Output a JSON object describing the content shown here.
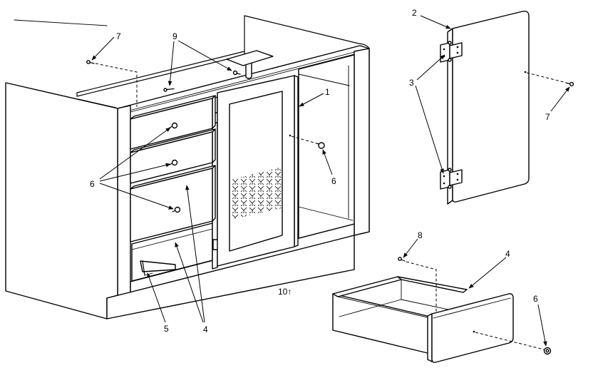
{
  "callouts": [
    "7",
    "9",
    "1",
    "2",
    "3",
    "7",
    "6",
    "6",
    "8",
    "4",
    "6",
    "5",
    "4",
    "10↑"
  ]
}
